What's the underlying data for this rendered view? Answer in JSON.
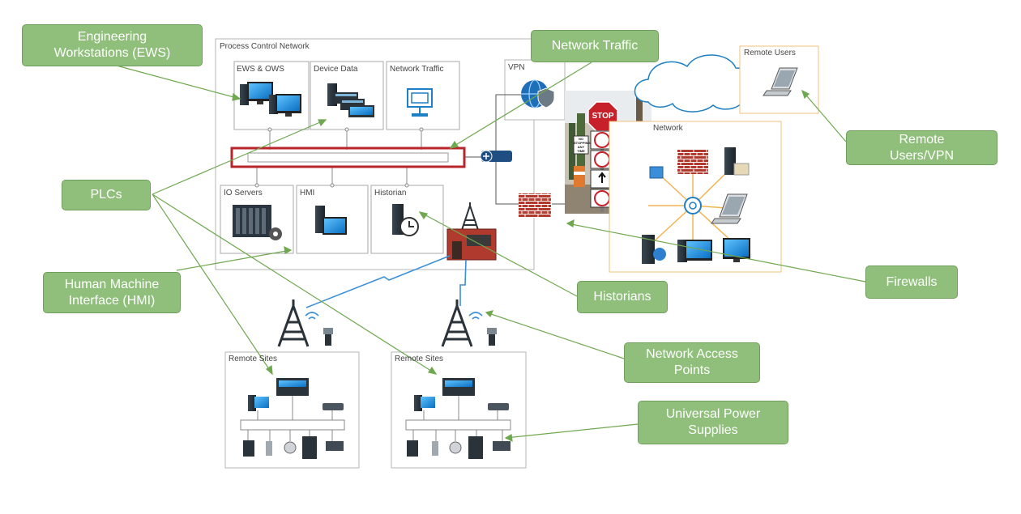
{
  "callouts": {
    "ews": "Engineering\nWorkstations (EWS)",
    "network_traffic": "Network Traffic",
    "remote_users_vpn": "Remote\nUsers/VPN",
    "plcs": "PLCs",
    "hmi": "Human Machine\nInterface (HMI)",
    "historians": "Historians",
    "firewalls": "Firewalls",
    "network_access_points": "Network Access\nPoints",
    "ups": "Universal Power\nSupplies"
  },
  "boxes": {
    "process_control_network": "Process Control Network",
    "ews_ows": "EWS & OWS",
    "device_data": "Device Data",
    "network_traffic": "Network Traffic",
    "io_servers": "IO Servers",
    "hmi": "HMI",
    "historian": "Historian",
    "vpn": "VPN",
    "remote_users": "Remote Users",
    "network": "Network",
    "remote_sites_1": "Remote Sites",
    "remote_sites_2": "Remote Sites"
  },
  "signs": {
    "stop": "STOP",
    "no_stopping": "NO\nSTOPPING\nANY TIME"
  },
  "colors": {
    "callout_fill": "#8fbf7a",
    "callout_line": "#6fa84f",
    "bus_red": "#b8262b",
    "network_orange": "#f2c27a",
    "firewall_brick": "#b03a2e"
  }
}
